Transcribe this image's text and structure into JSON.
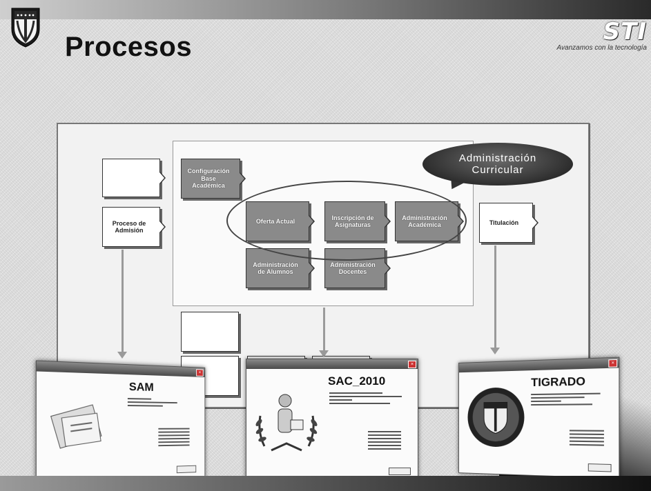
{
  "slide": {
    "title": "Procesos",
    "brand_mark": "STI",
    "brand_tagline": "Avanzamos con la tecnología"
  },
  "diagram": {
    "nodes": {
      "config": "Configuración Base Académica",
      "admission": "Proceso de Admisión",
      "oferta": "Oferta Actual",
      "inscripcion": "Inscripción de Asignaturas",
      "adm_academica": "Administración Académica",
      "titulacion": "Titulación",
      "adm_alumnos": "Administración de Alumnos",
      "adm_docentes": "Administración Docentes"
    },
    "callout": {
      "line1": "Administración",
      "line2": "Curricular"
    }
  },
  "apps": [
    {
      "title": "SAM"
    },
    {
      "title": "SAC_2010"
    },
    {
      "title": "TIGRADO"
    }
  ],
  "colors": {
    "node_gray": "#8a8a8a",
    "callout": "#3a3a3a",
    "arrow": "#9a9a9a"
  }
}
